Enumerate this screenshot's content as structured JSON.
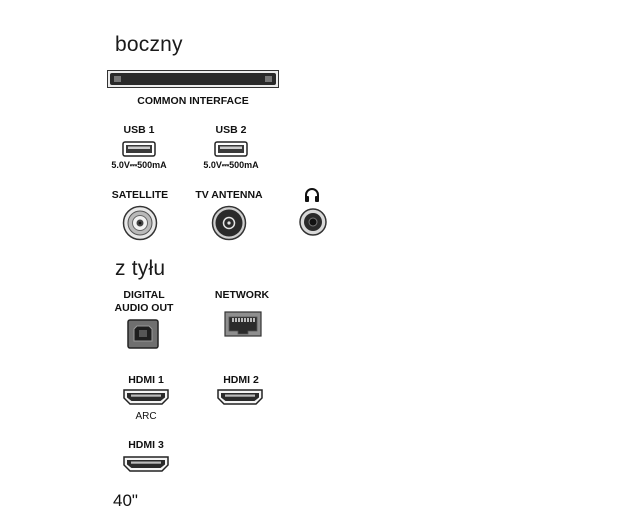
{
  "sections": {
    "side_heading": "boczny",
    "back_heading": "z tyłu"
  },
  "side": {
    "common_interface": {
      "label": "COMMON INTERFACE",
      "icon": "ci-slot-icon"
    },
    "usb1": {
      "label": "USB 1",
      "rating": "5.0V⎓500mA",
      "icon": "usb-port-icon"
    },
    "usb2": {
      "label": "USB 2",
      "rating": "5.0V⎓500mA",
      "icon": "usb-port-icon"
    },
    "satellite": {
      "label": "SATELLITE",
      "icon": "satellite-connector-icon"
    },
    "tv_antenna": {
      "label": "TV ANTENNA",
      "icon": "antenna-connector-icon"
    },
    "headphones": {
      "icon": "headphones-icon",
      "jack_icon": "headphone-jack-icon"
    }
  },
  "back": {
    "digital_audio_out": {
      "label_line1": "DIGITAL",
      "label_line2": "AUDIO OUT",
      "icon": "optical-port-icon"
    },
    "network": {
      "label": "NETWORK",
      "icon": "ethernet-port-icon"
    },
    "hdmi1": {
      "label": "HDMI 1",
      "sublabel": "ARC",
      "icon": "hdmi-port-icon"
    },
    "hdmi2": {
      "label": "HDMI 2",
      "icon": "hdmi-port-icon"
    },
    "hdmi3": {
      "label": "HDMI 3",
      "icon": "hdmi-port-icon"
    }
  },
  "screen_size": "40\""
}
